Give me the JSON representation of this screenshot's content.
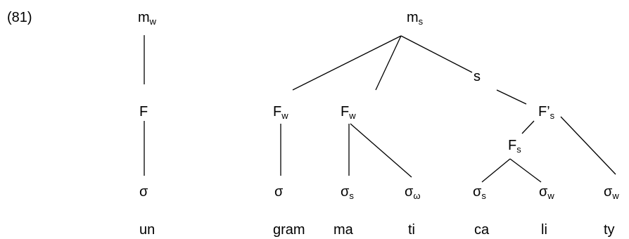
{
  "example_number": "(81)",
  "nodes": {
    "mw": {
      "base": "m",
      "sub": "w"
    },
    "ms": {
      "base": "m",
      "sub": "s"
    },
    "s": {
      "base": "s",
      "sub": ""
    },
    "F": {
      "base": "F",
      "sub": ""
    },
    "Fw1": {
      "base": "F",
      "sub": "w"
    },
    "Fw2": {
      "base": "F",
      "sub": "w"
    },
    "Fps": {
      "base": "F’",
      "sub": "s"
    },
    "Fs": {
      "base": "F",
      "sub": "s"
    },
    "sig1": {
      "base": "σ",
      "sub": ""
    },
    "sig2": {
      "base": "σ",
      "sub": ""
    },
    "sig3": {
      "base": "σ",
      "sub": "s"
    },
    "sig4": {
      "base": "σ",
      "sub": "ω"
    },
    "sig5": {
      "base": "σ",
      "sub": "s"
    },
    "sig6": {
      "base": "σ",
      "sub": "w"
    },
    "sig7": {
      "base": "σ",
      "sub": "w"
    }
  },
  "syllables": [
    "un",
    "gram",
    "ma",
    "ti",
    "ca",
    "li",
    "ty"
  ],
  "line_color": "#000000"
}
